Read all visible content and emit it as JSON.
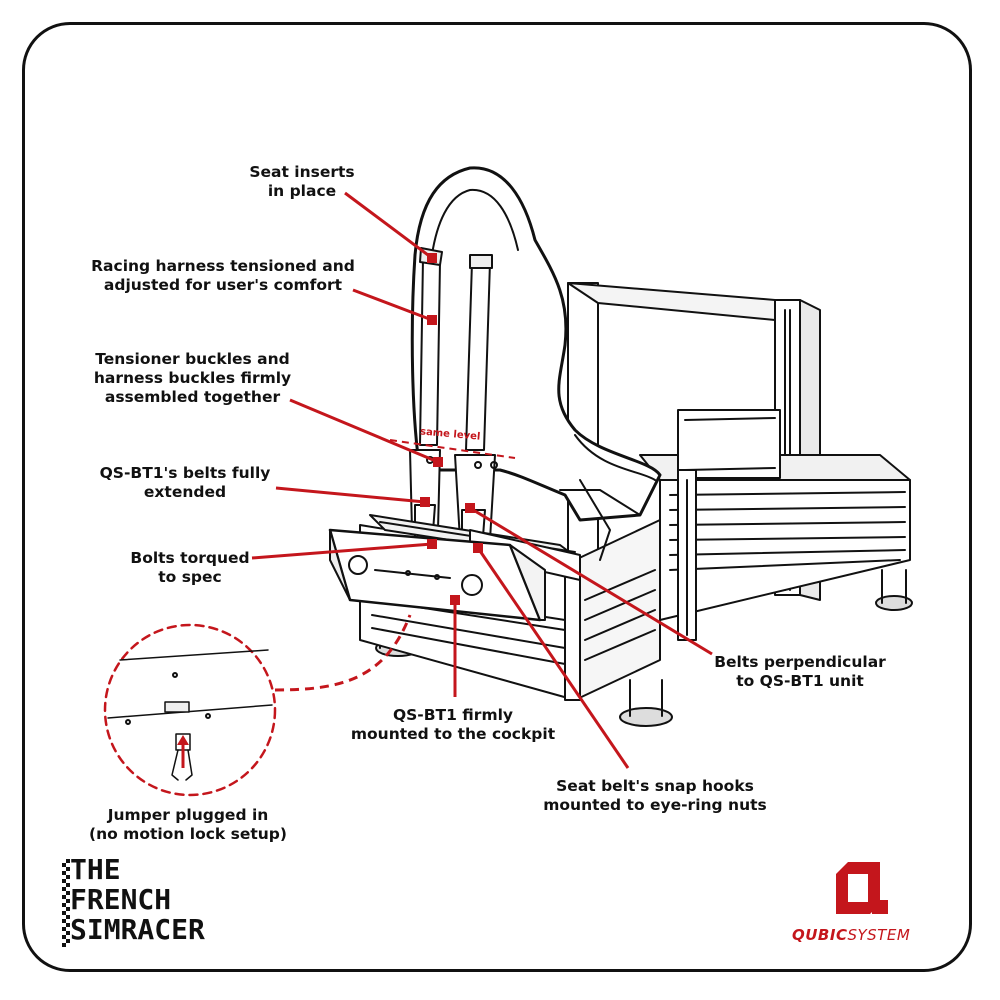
{
  "labels": {
    "seat_inserts": [
      "Seat inserts",
      "in place"
    ],
    "racing_harness": [
      "Racing harness tensioned and",
      "adjusted for user's comfort"
    ],
    "tensioner_buckles": [
      "Tensioner buckles  and",
      "harness buckles firmly",
      "assembled together"
    ],
    "belts_extended": [
      "QS-BT1's belts fully",
      "extended"
    ],
    "bolts_torqued": [
      "Bolts torqued",
      "to spec"
    ],
    "belts_perpendicular": [
      "Belts perpendicular",
      "to QS-BT1 unit"
    ],
    "qsbt1_mounted": [
      "QS-BT1 firmly",
      "mounted to the cockpit"
    ],
    "snap_hooks": [
      "Seat belt's snap hooks",
      "mounted to eye-ring nuts"
    ],
    "jumper": [
      "Jumper plugged in",
      "(no motion lock setup)"
    ]
  },
  "same_level": "same level",
  "brand_left": [
    "THE",
    "FRENCH",
    "SIMRACER"
  ],
  "brand_right": {
    "part1": "QUBIC",
    "part2": "SYSTEM"
  },
  "colors": {
    "accent": "#c4161c",
    "ink": "#111111",
    "background": "#ffffff"
  },
  "icons": [
    "the-french-simracer-logo",
    "qubic-system-logo-icon"
  ]
}
